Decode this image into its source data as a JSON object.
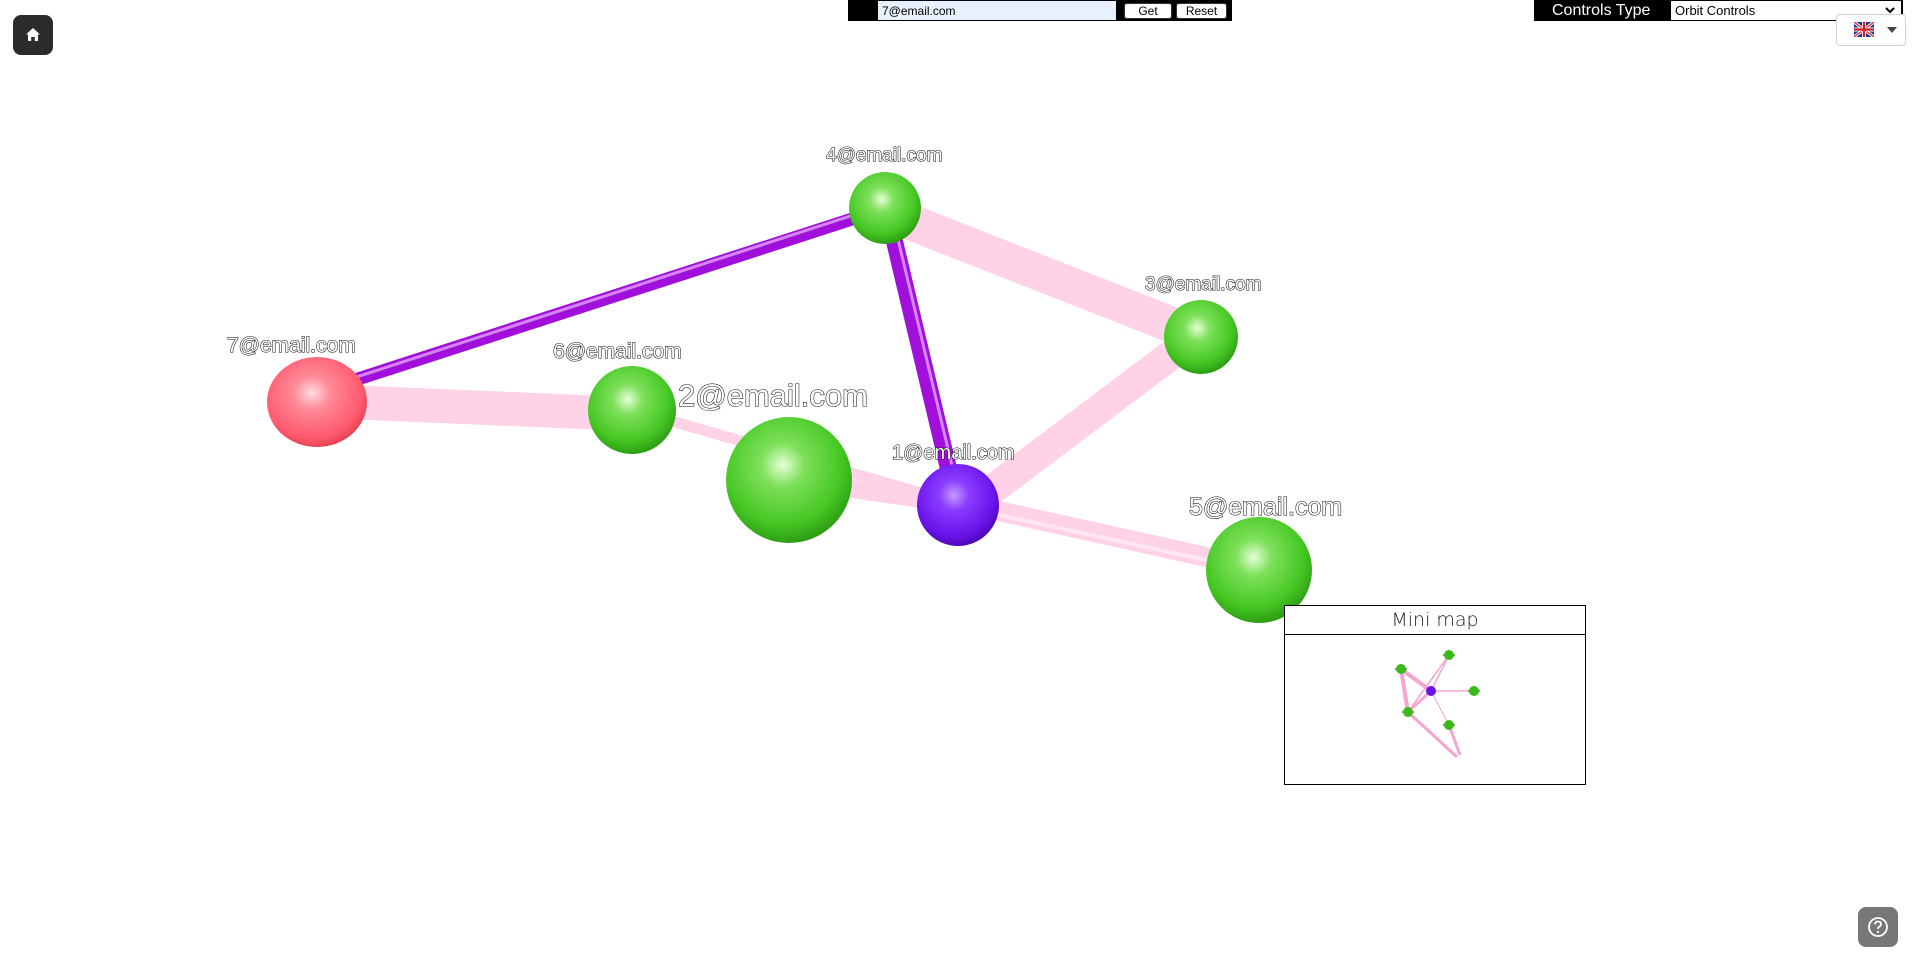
{
  "search": {
    "value": "7@email.com",
    "get_label": "Get",
    "reset_label": "Reset"
  },
  "controls": {
    "label": "Controls Type",
    "selected": "Orbit Controls"
  },
  "language": {
    "flag": "uk-flag-icon"
  },
  "graph": {
    "nodes": [
      {
        "id": "n1",
        "label": "1@email.com",
        "color": "#7a1ff0"
      },
      {
        "id": "n2",
        "label": "2@email.com",
        "color": "#4ccf2c"
      },
      {
        "id": "n3",
        "label": "3@email.com",
        "color": "#4ccf2c"
      },
      {
        "id": "n4",
        "label": "4@email.com",
        "color": "#4ccf2c"
      },
      {
        "id": "n5",
        "label": "5@email.com",
        "color": "#4ccf2c"
      },
      {
        "id": "n6",
        "label": "6@email.com",
        "color": "#4ccf2c"
      },
      {
        "id": "n7",
        "label": "7@email.com",
        "color": "#ff5a6e"
      }
    ],
    "edges": [
      {
        "from": "n7",
        "to": "n4",
        "color": "#9b0fd6"
      },
      {
        "from": "n4",
        "to": "n1",
        "color": "#9b0fd6"
      },
      {
        "from": "n4",
        "to": "n3",
        "color": "#ffcfe6"
      },
      {
        "from": "n3",
        "to": "n1",
        "color": "#ffcfe6"
      },
      {
        "from": "n7",
        "to": "n6",
        "color": "#ffcfe6"
      },
      {
        "from": "n6",
        "to": "n1",
        "color": "#ffcfe6"
      },
      {
        "from": "n2",
        "to": "n1",
        "color": "#ffcfe6"
      },
      {
        "from": "n1",
        "to": "n5",
        "color": "#ffcfe6"
      }
    ]
  },
  "minimap": {
    "title": "Mini map"
  },
  "help": {
    "icon": "help-icon"
  }
}
